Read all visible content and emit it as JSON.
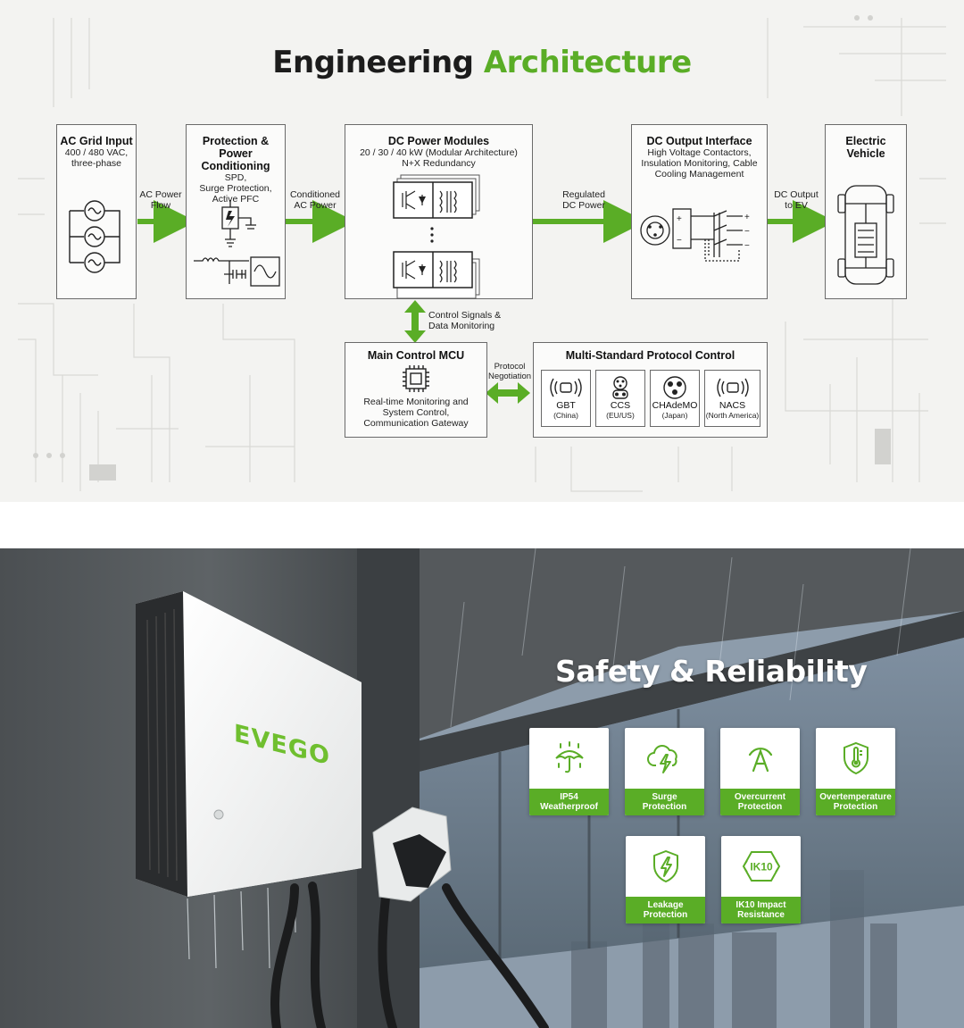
{
  "architecture": {
    "title_part1": "Engineering",
    "title_part2": "Architecture",
    "blocks": {
      "ac_grid": {
        "title": "AC Grid Input",
        "sub1": "400 / 480 VAC,",
        "sub2": "three-phase"
      },
      "protection": {
        "title1": "Protection &",
        "title2": "Power Conditioning",
        "sub1": "SPD,",
        "sub2": "Surge Protection,",
        "sub3": "Active PFC"
      },
      "dc_modules": {
        "title": "DC Power Modules",
        "sub1": "20 / 30 / 40 kW (Modular Architecture)",
        "sub2": "N+X Redundancy"
      },
      "dc_output": {
        "title": "DC Output Interface",
        "sub1": "High Voltage Contactors,",
        "sub2": "Insulation Monitoring, Cable",
        "sub3": "Cooling Management"
      },
      "ev": {
        "title1": "Electric",
        "title2": "Vehicle"
      },
      "mcu": {
        "title": "Main Control MCU",
        "sub1": "Real-time Monitoring and",
        "sub2": "System Control,",
        "sub3": "Communication Gateway"
      },
      "protocol": {
        "title": "Multi-Standard Protocol Control"
      }
    },
    "flows": {
      "ac_power": {
        "line1": "AC Power",
        "line2": "Flow"
      },
      "conditioned": {
        "line1": "Conditioned",
        "line2": "AC Power"
      },
      "regulated": {
        "line1": "Regulated",
        "line2": "DC Power"
      },
      "dc_output": {
        "line1": "DC Output",
        "line2": "to EV"
      },
      "control": {
        "line1": "Control Signals &",
        "line2": "Data Monitoring"
      },
      "negotiation": {
        "line1": "Protocol",
        "line2": "Negotiation"
      }
    },
    "protocols": [
      {
        "name": "GBT",
        "region": "(China)",
        "icon": "wireless-charge-icon"
      },
      {
        "name": "CCS",
        "region": "(EU/US)",
        "icon": "ccs-connector-icon"
      },
      {
        "name": "CHAdeMO",
        "region": "(Japan)",
        "icon": "chademo-connector-icon"
      },
      {
        "name": "NACS",
        "region": "(North America)",
        "icon": "wireless-charge-icon"
      }
    ],
    "colors": {
      "accent": "#5aad26",
      "ink": "#1c1c1c"
    }
  },
  "safety": {
    "title": "Safety & Reliability",
    "brand": "EVEGO",
    "features": [
      {
        "line1": "IP54",
        "line2": "Weatherproof",
        "icon": "umbrella-rain-icon"
      },
      {
        "line1": "Surge",
        "line2": "Protection",
        "icon": "cloud-lightning-icon"
      },
      {
        "line1": "Overcurrent",
        "line2": "Protection",
        "icon": "overcurrent-icon"
      },
      {
        "line1": "Overtemperature",
        "line2": "Protection",
        "icon": "thermometer-shield-icon"
      },
      {
        "line1": "Leakage",
        "line2": "Protection",
        "icon": "bolt-shield-icon"
      },
      {
        "line1": "IK10 Impact",
        "line2": "Resistance",
        "icon": "ik10-badge-icon"
      }
    ],
    "ik10_badge_text": "IK10"
  }
}
